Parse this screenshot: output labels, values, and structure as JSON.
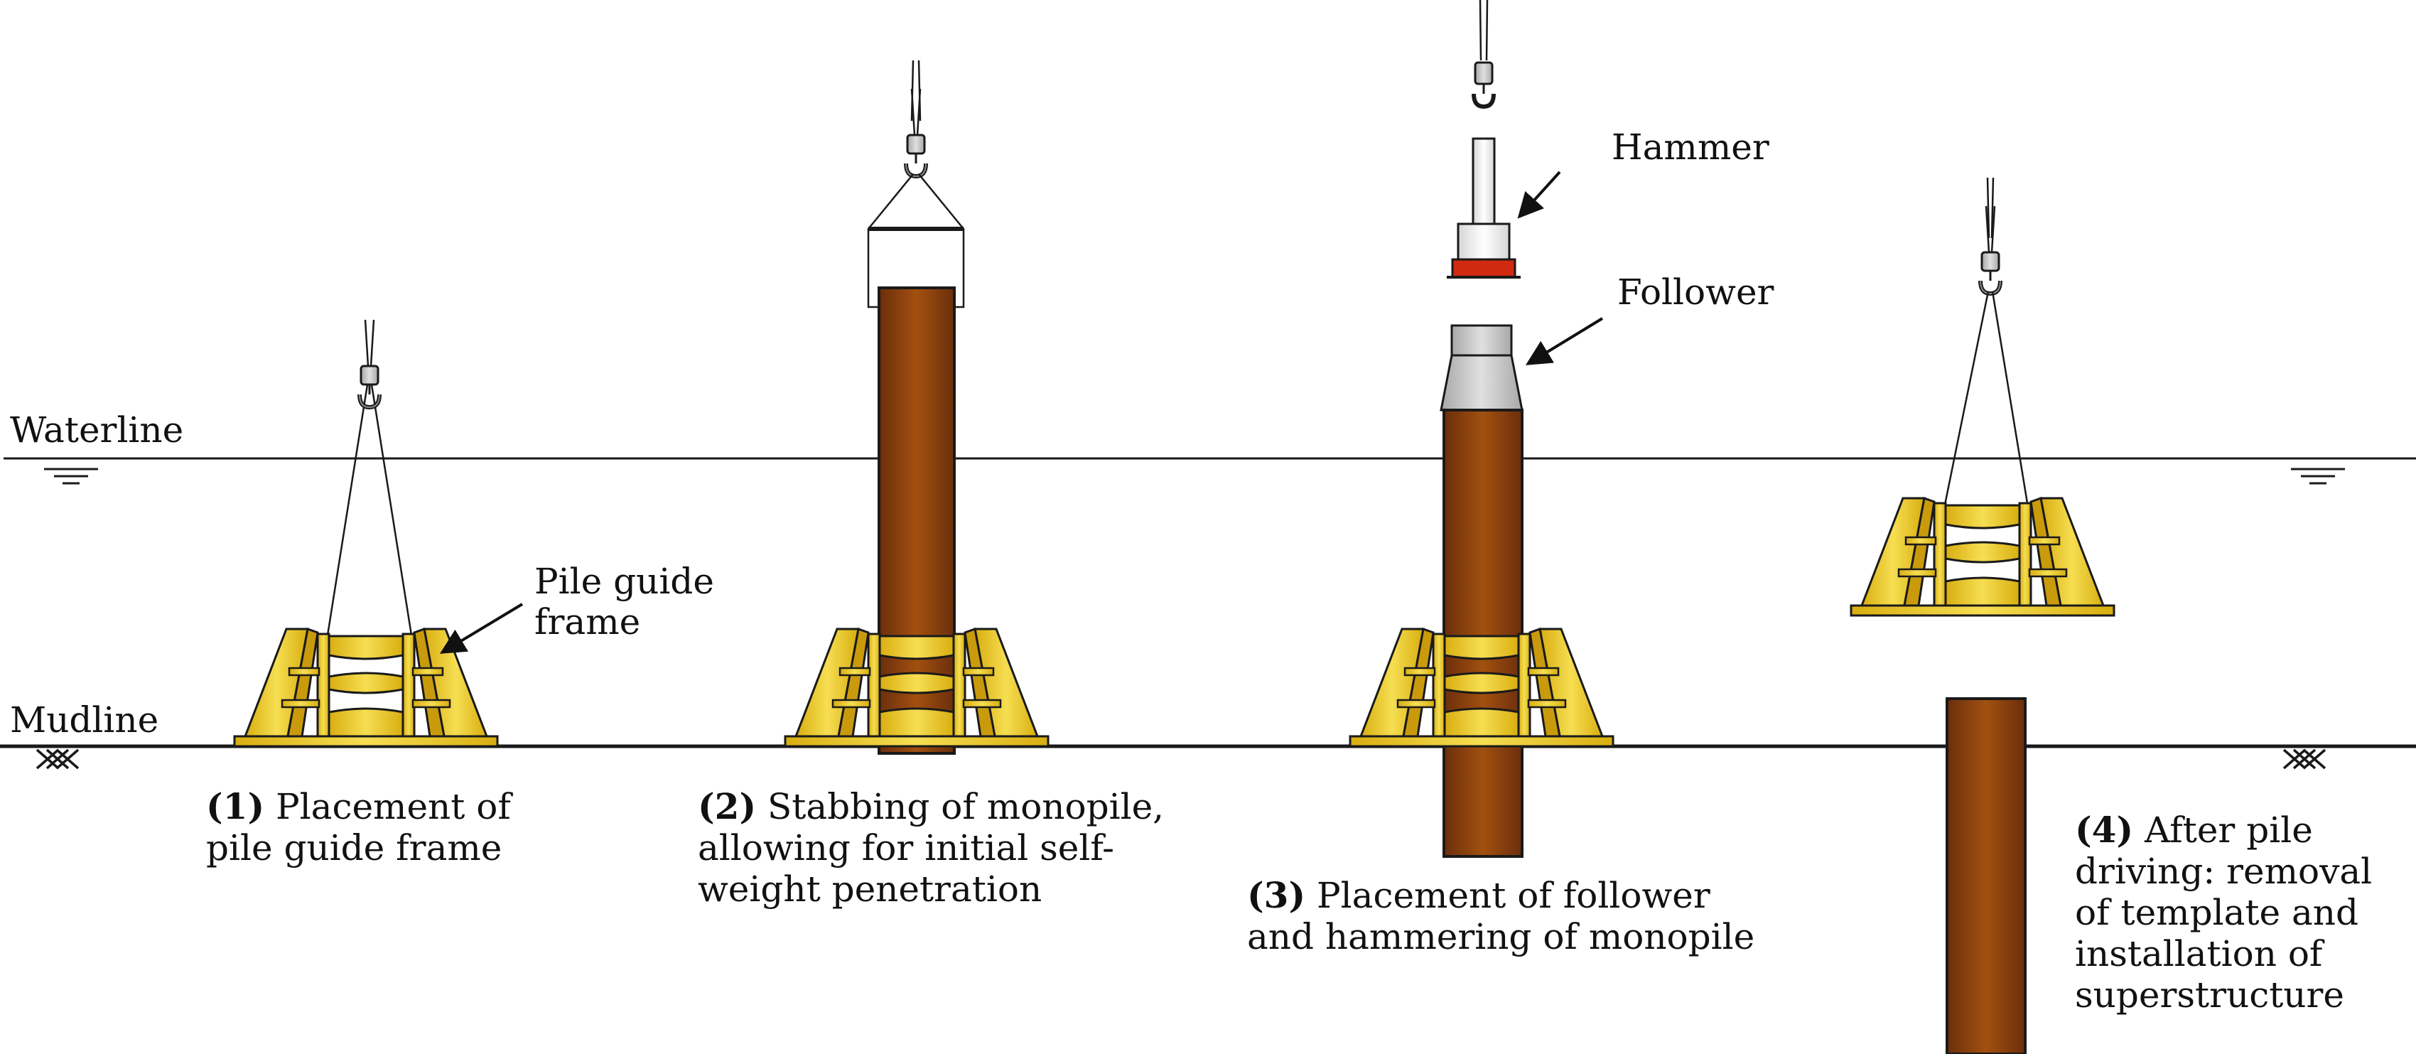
{
  "labels": {
    "waterline": "Waterline",
    "mudline": "Mudline",
    "pile_guide_frame": [
      "Pile guide",
      "frame"
    ],
    "hammer": "Hammer",
    "follower": "Follower"
  },
  "steps": [
    {
      "num": "(1)",
      "lines": [
        "Placement of",
        "pile guide frame"
      ]
    },
    {
      "num": "(2)",
      "lines": [
        "Stabbing of monopile,",
        "allowing for initial self-",
        "weight penetration"
      ]
    },
    {
      "num": "(3)",
      "lines": [
        "Placement of follower",
        "and hammering of monopile"
      ]
    },
    {
      "num": "(4)",
      "lines": [
        "After pile",
        "driving: removal",
        "of template and",
        "installation of",
        "superstructure"
      ]
    }
  ],
  "colors": {
    "pile_dark": "#6b2e0c",
    "pile_mid": "#a2500f",
    "frame_yellow": "#e8c21a",
    "frame_light": "#f6de52",
    "hammer_red": "#d02a10",
    "follower_grey": "#c4c4c4",
    "line": "#1a1a1a"
  }
}
